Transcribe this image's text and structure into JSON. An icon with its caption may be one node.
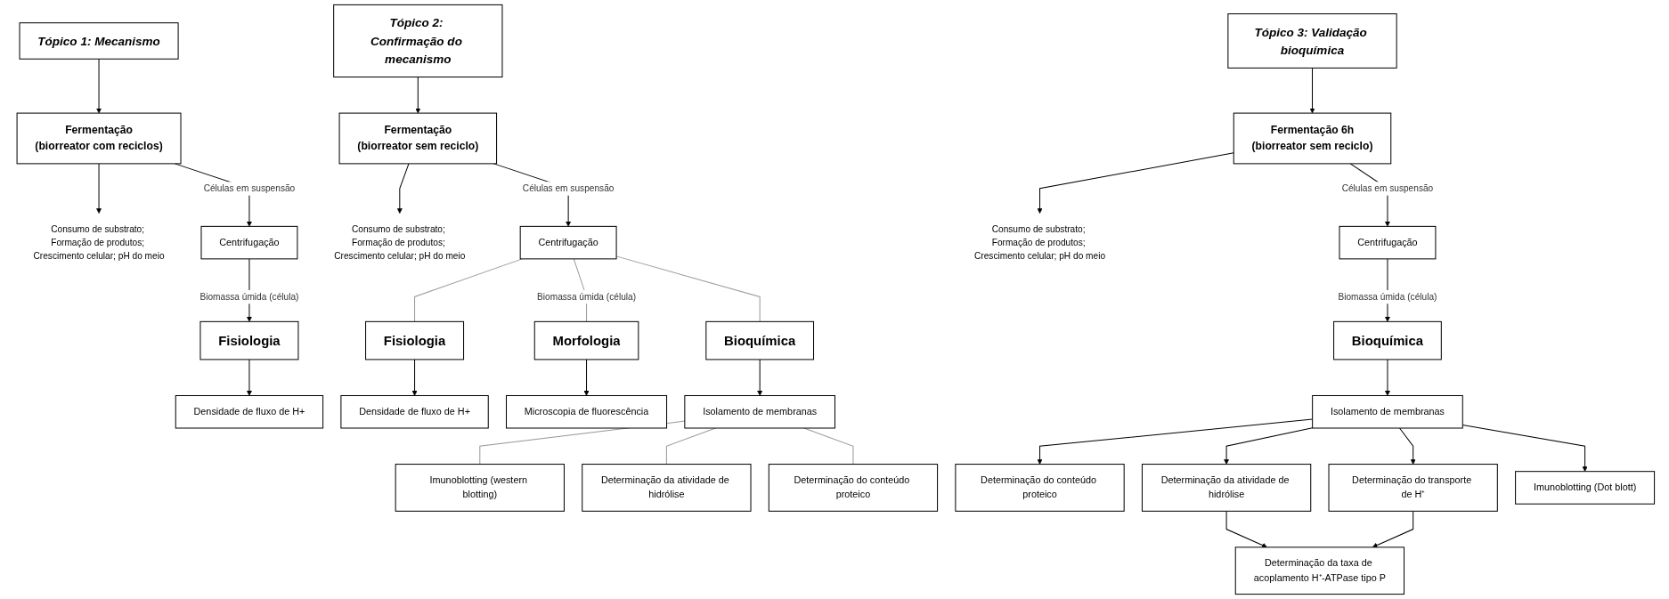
{
  "diagram": {
    "nodes": [
      {
        "text": [
          "Tópico 1: Mecanismo"
        ]
      },
      {
        "text": [
          "Fermentação",
          "(biorreator com reciclos)"
        ]
      },
      {
        "text": [
          "Consumo de substrato; Formação de produtos; Crescimento celular; pH do meio"
        ]
      },
      {
        "text": [
          "Centrifugação"
        ]
      },
      {
        "text": [
          "Fisiologia"
        ]
      },
      {
        "text": [
          "Densidade de fluxo de H+"
        ]
      },
      {
        "text": [
          "Tópico 2: Confirmação do mecanismo"
        ]
      },
      {
        "text": [
          "Fermentação",
          "(biorreator sem reciclo)"
        ]
      },
      {
        "text": [
          "Consumo de substrato; Formação de produtos; Crescimento celular; pH do meio"
        ]
      },
      {
        "text": [
          "Centrifugação"
        ]
      },
      {
        "text": [
          "Fisiologia"
        ]
      },
      {
        "text": [
          "Morfologia"
        ]
      },
      {
        "text": [
          "Bioquímica"
        ]
      },
      {
        "text": [
          "Densidade de fluxo de H+"
        ]
      },
      {
        "text": [
          "Microscopia de fluorescência"
        ]
      },
      {
        "text": [
          "Isolamento de membranas"
        ]
      },
      {
        "text": [
          "Imunoblotting (western blotting)"
        ]
      },
      {
        "text": [
          "Determinação da atividade de hidrólise"
        ]
      },
      {
        "text": [
          "Determinação do conteúdo proteico"
        ]
      },
      {
        "text": [
          "Tópico 3: Validação bioquímica"
        ]
      },
      {
        "text": [
          "Fermentação 6h",
          "(biorreator sem reciclo)"
        ]
      },
      {
        "text": [
          "Consumo de substrato; Formação de produtos; Crescimento celular; pH do meio"
        ]
      },
      {
        "text": [
          "Centrifugação"
        ]
      },
      {
        "text": [
          "Bioquímica"
        ]
      },
      {
        "text": [
          "Isolamento de membranas"
        ]
      },
      {
        "text": [
          "Determinação do conteúdo proteico"
        ]
      },
      {
        "text": [
          "Determinação da atividade de hidrólise"
        ]
      },
      {
        "text": [
          "Determinação do transporte de H⁺"
        ]
      },
      {
        "text": [
          "Imunoblotting (Dot blott)"
        ]
      },
      {
        "text": [
          "Determinação da taxa de acoplamento H⁺-ATPase tipo P"
        ]
      }
    ],
    "edges": [
      {
        "from": 0,
        "to": 1,
        "arrow": "to"
      },
      {
        "from": 1,
        "to": 2,
        "arrow": "to"
      },
      {
        "from": 1,
        "to": 3,
        "arrow": "to",
        "label": "Células em suspensão"
      },
      {
        "from": 3,
        "to": 4,
        "arrow": "to",
        "label": "Biomassa úmida (célula)"
      },
      {
        "from": 4,
        "to": 5,
        "arrow": "to"
      },
      {
        "from": 6,
        "to": 7,
        "arrow": "to"
      },
      {
        "from": 7,
        "to": 8,
        "arrow": "to"
      },
      {
        "from": 7,
        "to": 9,
        "arrow": "to",
        "label": "Células em suspensão"
      },
      {
        "from": 9,
        "to": 10,
        "arrow": "none",
        "color": "#999999"
      },
      {
        "from": 9,
        "to": 11,
        "arrow": "none",
        "color": "#999999",
        "label": "Biomassa úmida (célula)"
      },
      {
        "from": 9,
        "to": 12,
        "arrow": "none",
        "color": "#999999"
      },
      {
        "from": 10,
        "to": 13,
        "arrow": "to"
      },
      {
        "from": 11,
        "to": 14,
        "arrow": "to"
      },
      {
        "from": 12,
        "to": 15,
        "arrow": "to"
      },
      {
        "from": 15,
        "to": 16,
        "arrow": "none",
        "color": "#999999"
      },
      {
        "from": 15,
        "to": 17,
        "arrow": "none",
        "color": "#999999"
      },
      {
        "from": 15,
        "to": 18,
        "arrow": "none",
        "color": "#999999"
      },
      {
        "from": 19,
        "to": 20,
        "arrow": "to"
      },
      {
        "from": 20,
        "to": 21,
        "arrow": "to"
      },
      {
        "from": 20,
        "to": 22,
        "arrow": "to",
        "label": "Células em suspensão"
      },
      {
        "from": 22,
        "to": 23,
        "arrow": "to",
        "label": "Biomassa úmida (célula)"
      },
      {
        "from": 23,
        "to": 24,
        "arrow": "to"
      },
      {
        "from": 24,
        "to": 25,
        "arrow": "to"
      },
      {
        "from": 24,
        "to": 26,
        "arrow": "to"
      },
      {
        "from": 24,
        "to": 27,
        "arrow": "to"
      },
      {
        "from": 24,
        "to": 28,
        "arrow": "to"
      },
      {
        "from": 26,
        "to": 29,
        "arrow": "to"
      },
      {
        "from": 27,
        "to": 29,
        "arrow": "to"
      }
    ]
  }
}
